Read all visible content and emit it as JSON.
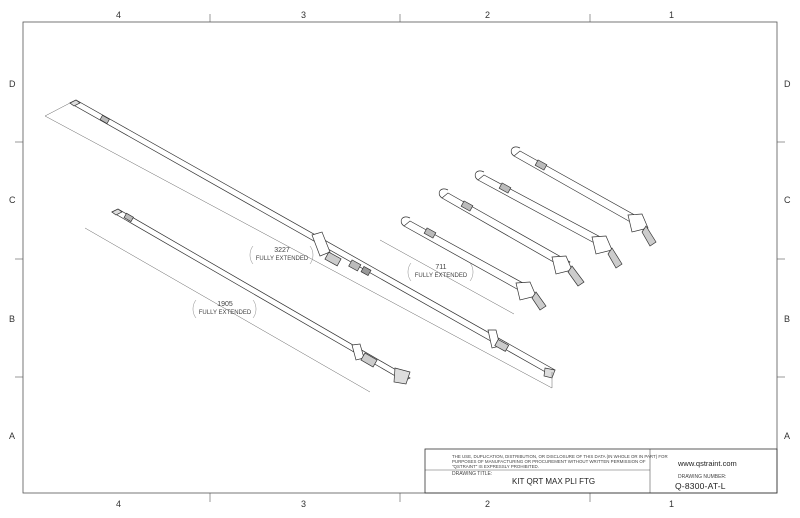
{
  "border": {
    "columns": [
      "4",
      "3",
      "2",
      "1"
    ],
    "rows": [
      "D",
      "C",
      "B",
      "A"
    ]
  },
  "dimensions": {
    "long_strap": {
      "value": "3227",
      "note": "FULLY EXTENDED"
    },
    "mid_strap": {
      "value": "1905",
      "note": "FULLY EXTENDED"
    },
    "short_straps": {
      "value": "711",
      "note": "FULLY EXTENDED"
    }
  },
  "title_block": {
    "legal": "THE USE, DUPLICATION, DISTRIBUTION, OR DISCLOSURE OF THIS DATA (IN WHOLE OR IN PART) FOR PURPOSES OF MANUFACTURING OR PROCUREMENT WITHOUT WRITTEN PERMISSION OF \"QSTRAINT\" IS EXPRESSLY PROHIBITED.",
    "drawing_title_label": "DRAWING TITLE:",
    "drawing_title": "KIT QRT MAX PLI FTG",
    "website": "www.qstraint.com",
    "drawing_number_label": "DRAWING NUMBER:",
    "drawing_number": "Q-8300-AT-L"
  }
}
